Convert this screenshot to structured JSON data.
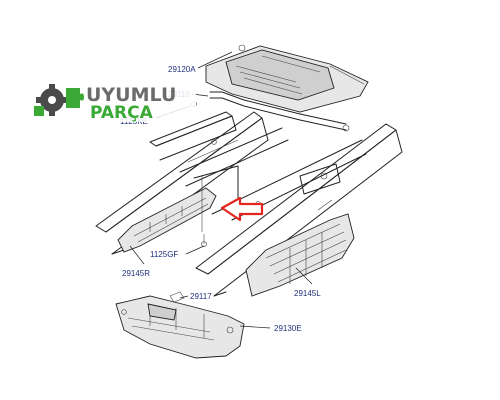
{
  "logo": {
    "line1": "UYUMLU",
    "line2": "PARÇA",
    "colors": {
      "text_dark": "#6b6b6b",
      "text_green": "#3aa935",
      "gear": "#4a4a4a"
    },
    "icon": "puzzle-gear-icon"
  },
  "part_labels": {
    "p29120A": "29120A",
    "p29110": "29110",
    "p1125KE": "1125KE",
    "p1125GF": "1125GF",
    "p29145R": "29145R",
    "p29145L": "29145L",
    "p29117": "29117",
    "p29130E": "29130E"
  },
  "colors": {
    "label": "#1f2f7a",
    "arrow": "#e3261f",
    "line": "#222222"
  },
  "arrow_icon": "red-outline-arrow-icon"
}
